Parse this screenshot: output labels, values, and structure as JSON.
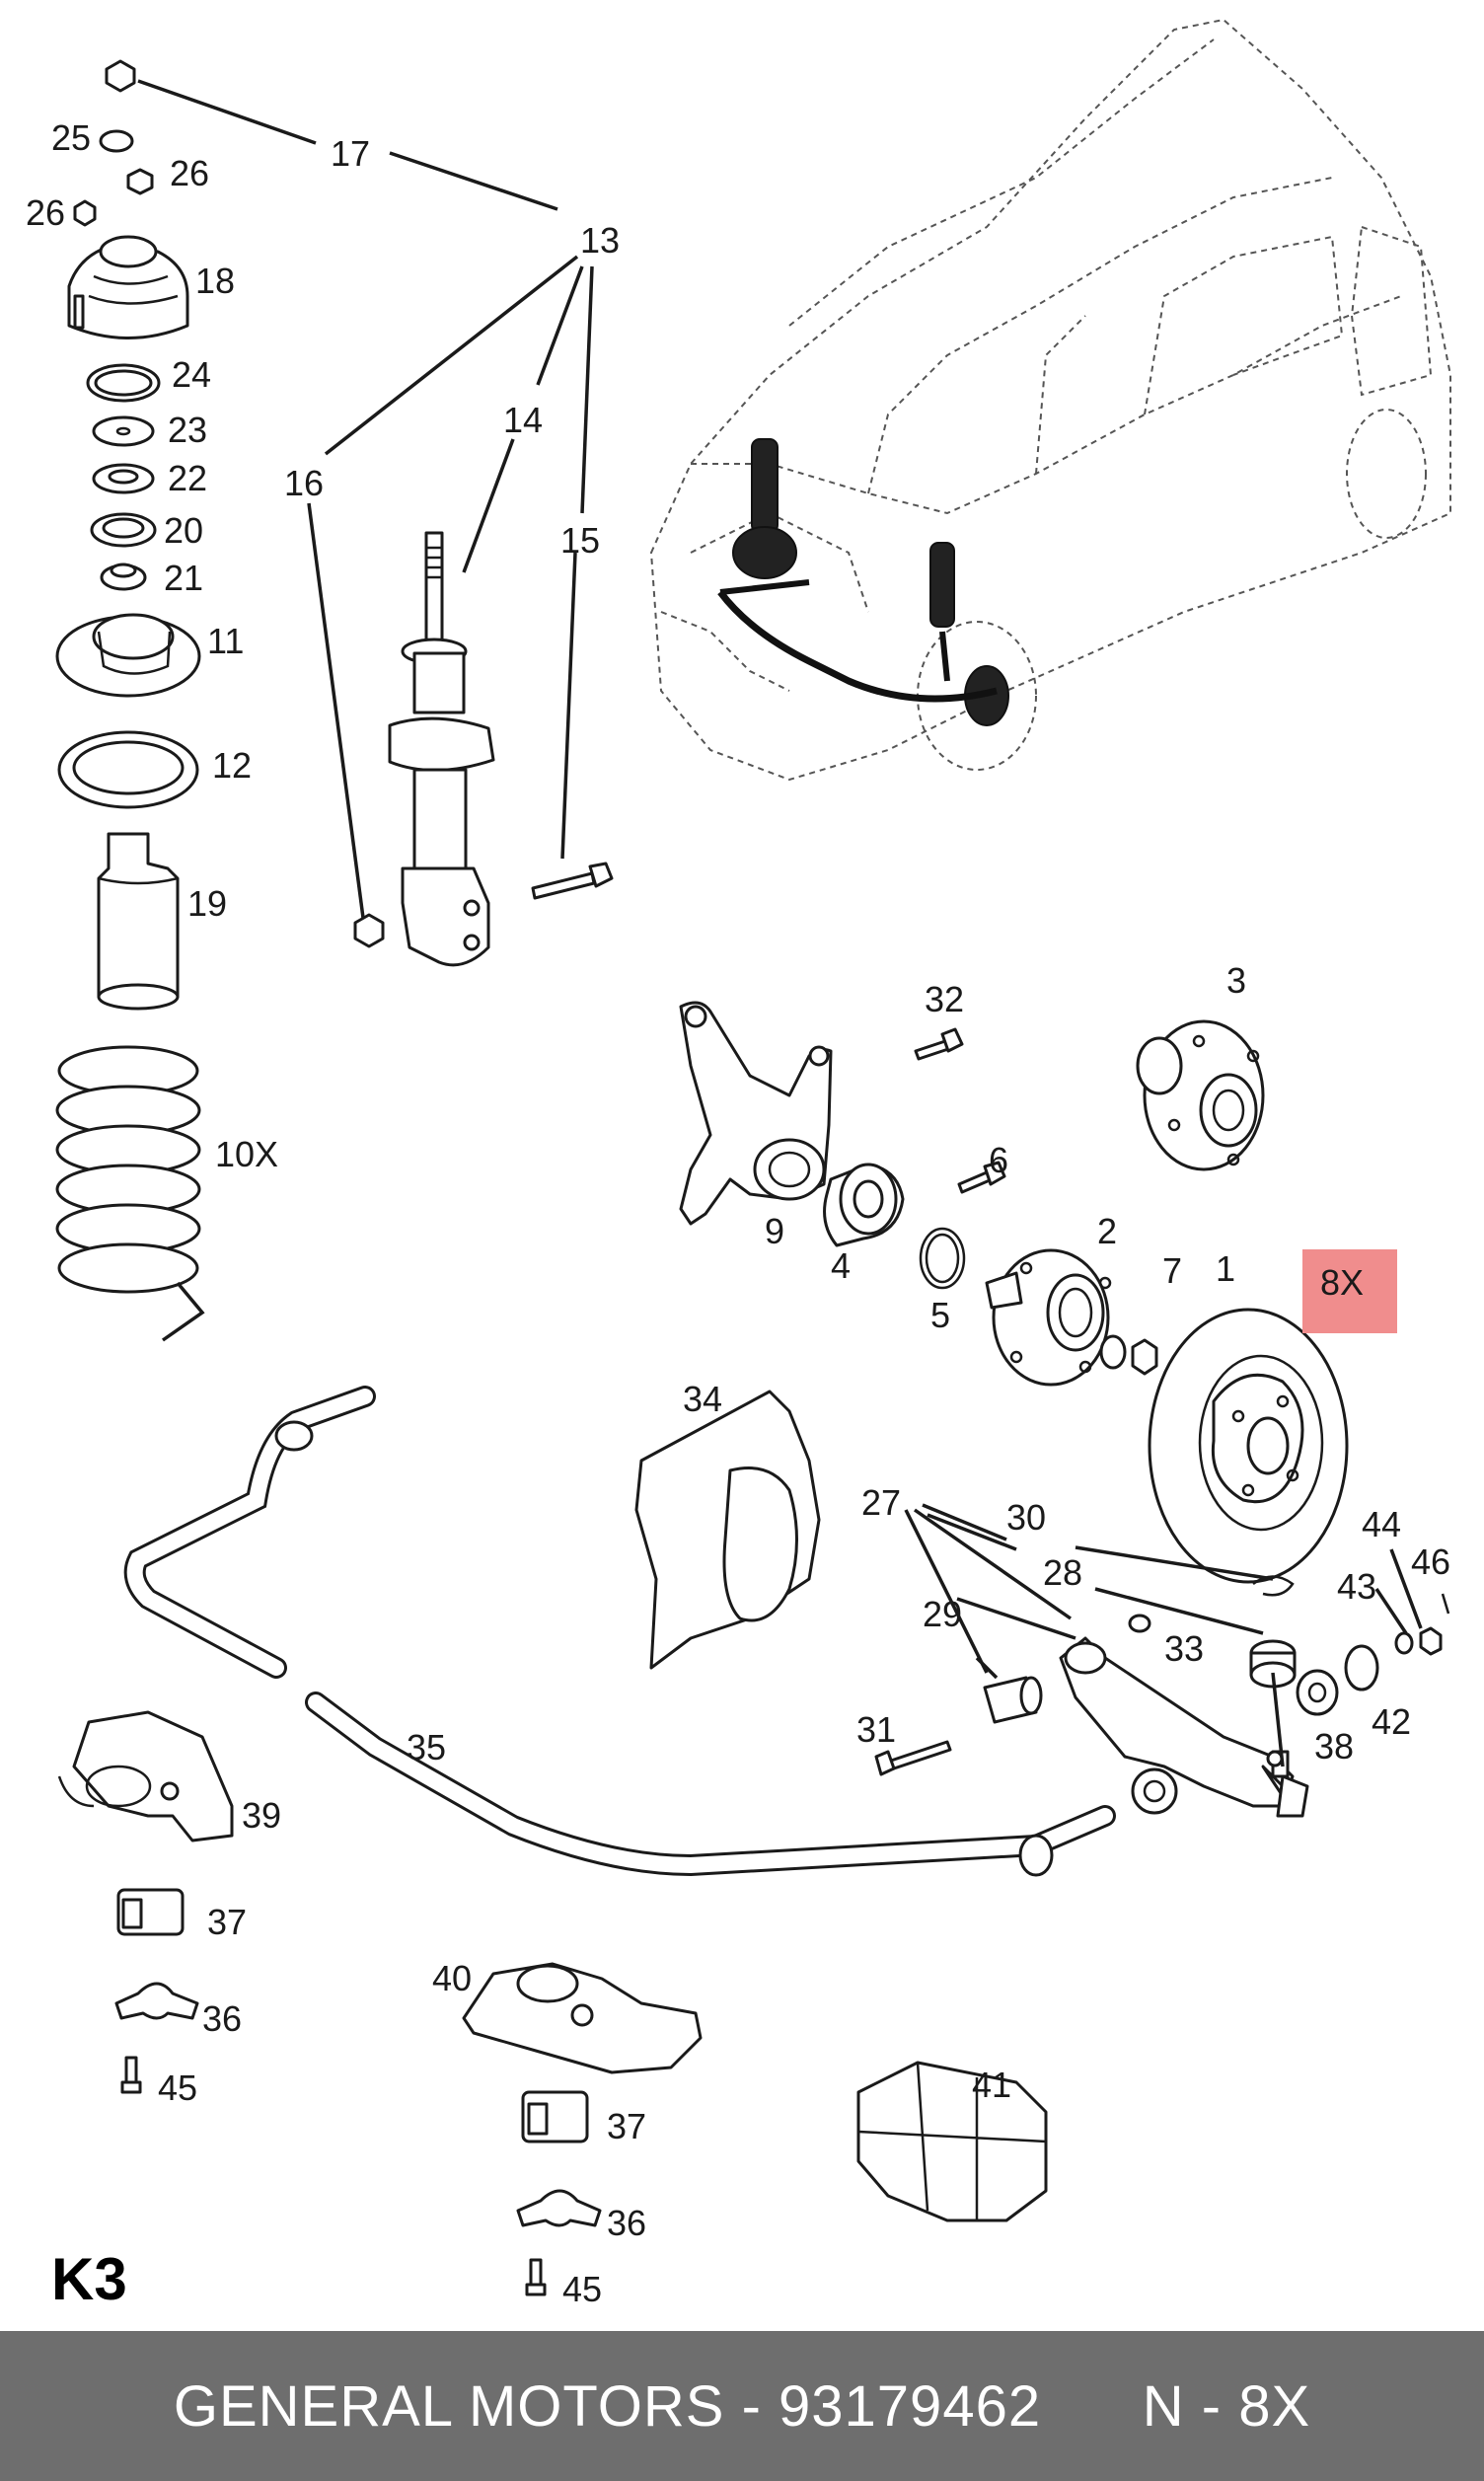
{
  "diagram": {
    "section_code": "K3",
    "highlight_label": "8X",
    "labels": {
      "l1": "1",
      "l2": "2",
      "l3": "3",
      "l4": "4",
      "l5": "5",
      "l6": "6",
      "l7": "7",
      "l9": "9",
      "l10x": "10X",
      "l11": "11",
      "l12": "12",
      "l13": "13",
      "l14": "14",
      "l15": "15",
      "l16": "16",
      "l17": "17",
      "l18": "18",
      "l19": "19",
      "l20": "20",
      "l21": "21",
      "l22": "22",
      "l23": "23",
      "l24": "24",
      "l25": "25",
      "l26a": "26",
      "l26b": "26",
      "l27": "27",
      "l28": "28",
      "l29": "29",
      "l30": "30",
      "l31": "31",
      "l32": "32",
      "l33": "33",
      "l34": "34",
      "l35": "35",
      "l36a": "36",
      "l36b": "36",
      "l37a": "37",
      "l37b": "37",
      "l38": "38",
      "l39": "39",
      "l40": "40",
      "l41": "41",
      "l42": "42",
      "l43": "43",
      "l44": "44",
      "l45a": "45",
      "l45b": "45",
      "l46": "46"
    }
  },
  "footer": {
    "brand": "GENERAL MOTORS",
    "separator": " - ",
    "part_number": "93179462",
    "gap": "      ",
    "quantity_label": "N - 8X"
  },
  "colors": {
    "highlight": "#f08d8d",
    "footer_bg": "#6e6e6e",
    "footer_text": "#ffffff"
  }
}
